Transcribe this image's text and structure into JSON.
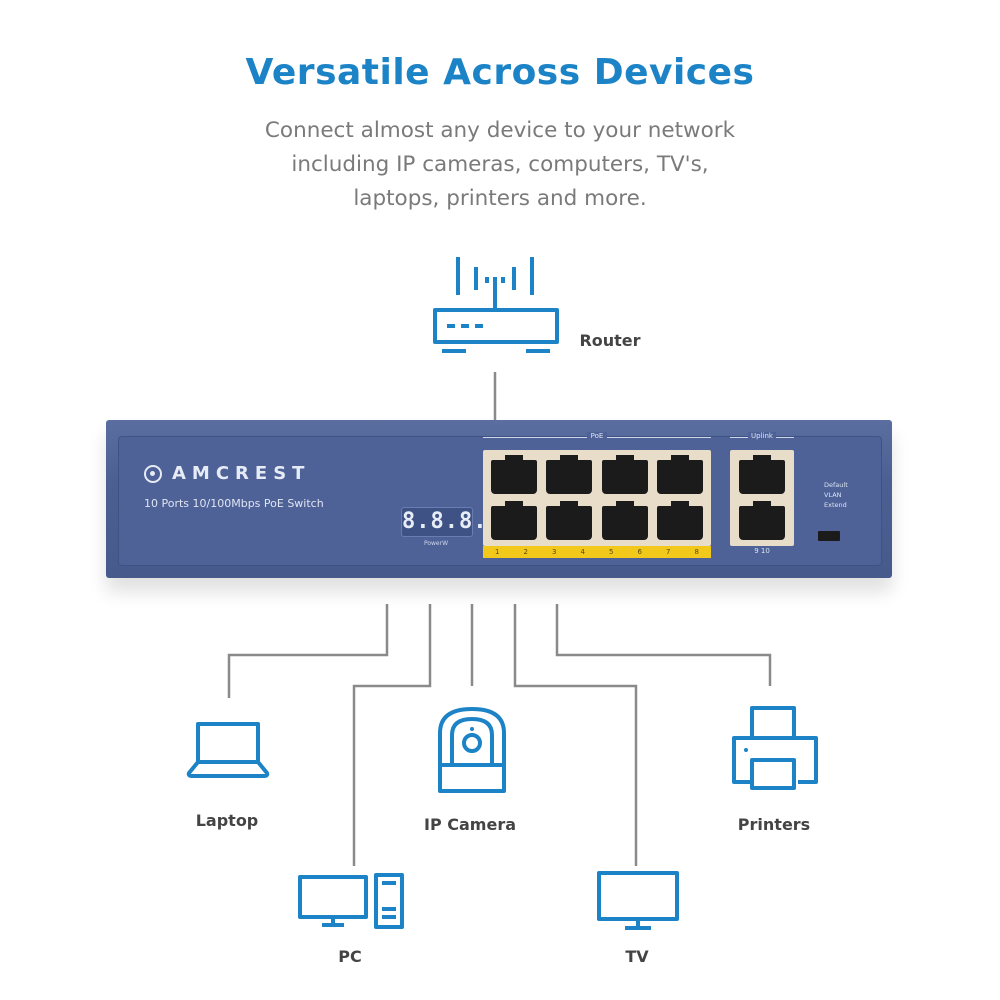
{
  "header": {
    "title": "Versatile Across Devices",
    "subtitle_lines": [
      "Connect almost any device to your network",
      "including IP cameras, computers, TV's,",
      "laptops, printers and more."
    ]
  },
  "colors": {
    "accent": "#1c84c6",
    "switch_body": "#4e6297",
    "port_label_strip": "#f2c81a",
    "connector_lines": "#8a8a8a"
  },
  "switch": {
    "brand": "AMCREST",
    "model": "10 Ports 10/100Mbps PoE Switch",
    "display": "8.8.8.",
    "display_label": "PowerW",
    "poe_group_label": "PoE",
    "poe_port_numbers": [
      "1",
      "2",
      "3",
      "4",
      "5",
      "6",
      "7",
      "8"
    ],
    "uplink_group_label": "Uplink",
    "uplink_port_numbers": "9  10",
    "mode_options": [
      "Default",
      "VLAN",
      "Extend"
    ]
  },
  "devices": {
    "router": {
      "label": "Router",
      "icon": "router-icon"
    },
    "laptop": {
      "label": "Laptop",
      "icon": "laptop-icon"
    },
    "pc": {
      "label": "PC",
      "icon": "desktop-pc-icon"
    },
    "ip_camera": {
      "label": "IP Camera",
      "icon": "ip-camera-icon"
    },
    "tv": {
      "label": "TV",
      "icon": "tv-icon"
    },
    "printers": {
      "label": "Printers",
      "icon": "printer-icon"
    }
  }
}
